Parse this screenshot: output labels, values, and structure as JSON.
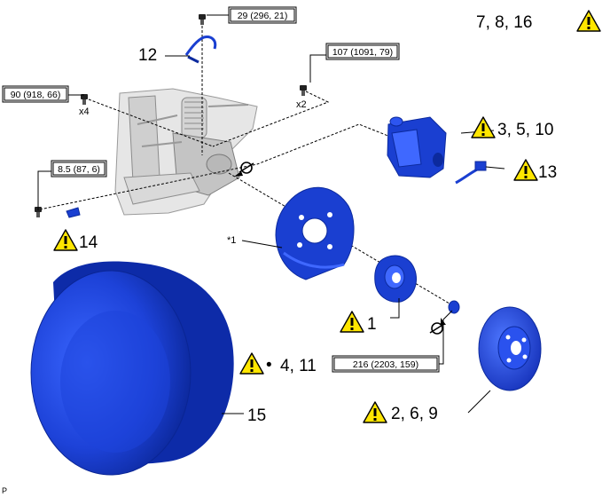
{
  "labels": {
    "top_right_refs": "7, 8, 16",
    "caliper_refs": "3, 5, 10",
    "sensor_ref": "13",
    "clip_ref": "14",
    "hose_ref": "12",
    "hub_ref": "1",
    "tire_refs": "4, 11",
    "tire_bullet": "•",
    "disc_refs": "2, 6, 9",
    "wheel_ref": "15",
    "shield_note": "*1",
    "x4": "x4",
    "x2": "x2",
    "corner": "P"
  },
  "torques": {
    "t1": "29 (296, 21)",
    "t2": "107 (1091, 79)",
    "t3": "90 (918, 66)",
    "t4": "8.5 (87, 6)",
    "t5": "216 (2203, 159)"
  },
  "colors": {
    "part_blue": "#1a3fd1",
    "part_blue_dark": "#0c2a9e",
    "part_blue_light": "#3f68ff",
    "warning_yellow": "#ffe600",
    "suspension_gray": "#c9c9c9"
  },
  "icons": [
    "warning-icon",
    "torque-wrench-icon",
    "bolt-icon"
  ]
}
